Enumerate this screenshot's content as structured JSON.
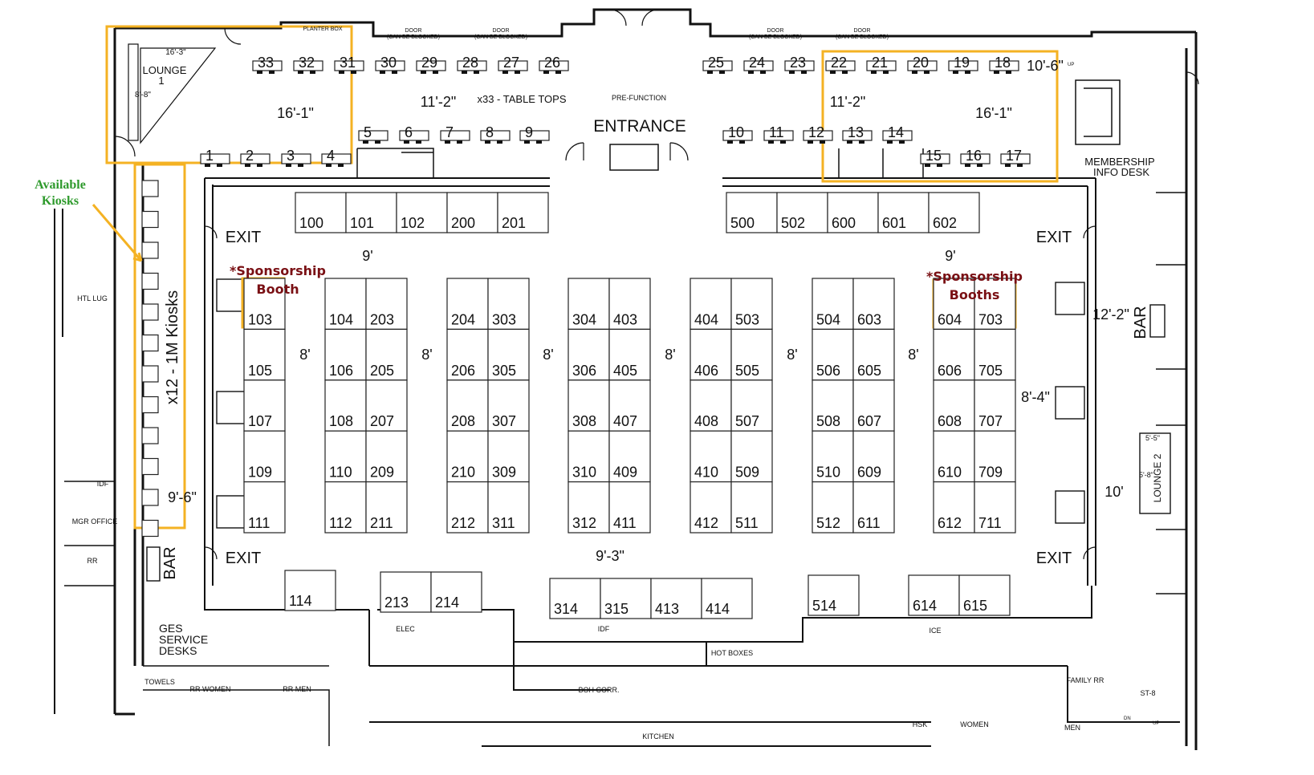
{
  "colors": {
    "highlight": "#f4b223",
    "annotation_green": "#2e9a2c",
    "sponsor_red": "#7a1014",
    "line": "#111111"
  },
  "labels": {
    "entrance": "ENTRANCE",
    "pre_function": "PRE-FUNCTION",
    "table_tops": "x33 - TABLE TOPS",
    "lounge1": "LOUNGE\n1",
    "lounge2": "LOUNGE 2",
    "kiosks_vertical": "x12 - 1M Kiosks",
    "available_kiosks": "Available\nKiosks",
    "sponsorship_booth": "*Sponsorship\nBooth",
    "sponsorship_booths": "*Sponsorship\nBooths",
    "membership": "MEMBERSHIP\nINFO DESK",
    "bar": "BAR",
    "exit": "EXIT",
    "htl_lug": "HTL LUG",
    "idf": "IDF",
    "mgr_office": "MGR OFFICE",
    "rr": "RR",
    "ges": "GES\nSERVICE\nDESKS",
    "towels": "TOWELS",
    "rr_women": "RR WOMEN",
    "rr_men": "RR MEN",
    "elec": "ELEC",
    "hot_boxes": "HOT BOXES",
    "boh_corr": "BOH CORR.",
    "kitchen": "KITCHEN",
    "ice": "ICE",
    "hsk": "HSK",
    "women": "WOMEN",
    "men": "MEN",
    "family_rr": "FAMILY RR",
    "st8": "ST-8",
    "planter_box": "PLANTER BOX",
    "door_blocked": "DOOR\n(CAN BE BLOCKED)",
    "up": "UP",
    "dn": "DN"
  },
  "dimensions": {
    "d16_3": "16'-3\"",
    "d8_8": "8'-8\"",
    "d16_1": "16'-1\"",
    "d11_2": "11'-2\"",
    "d10_6": "10'-6\"",
    "d9": "9'",
    "d8": "8'",
    "d9_3": "9'-3\"",
    "d9_6": "9'-6\"",
    "d12_2": "12'-2\"",
    "d8_4": "8'-4\"",
    "d10": "10'",
    "d5_5": "5'-5\"",
    "d5_8": "5'-8\""
  },
  "tabletops": {
    "top_left": [
      "33",
      "32",
      "31",
      "30",
      "29",
      "28",
      "27",
      "26"
    ],
    "top_right": [
      "25",
      "24",
      "23",
      "22",
      "21",
      "20",
      "19",
      "18"
    ],
    "row2": [
      "5",
      "6",
      "7",
      "8",
      "9",
      "10",
      "11",
      "12",
      "13",
      "14"
    ],
    "row3": [
      "1",
      "2",
      "3",
      "4",
      "15",
      "16",
      "17"
    ]
  },
  "booths": {
    "top_left": [
      "100",
      "101",
      "102",
      "200",
      "201"
    ],
    "top_right": [
      "500",
      "502",
      "600",
      "601",
      "602"
    ],
    "col_103": [
      "103",
      "105",
      "107",
      "109",
      "111"
    ],
    "islands": [
      [
        [
          "104",
          "203"
        ],
        [
          "106",
          "205"
        ],
        [
          "108",
          "207"
        ],
        [
          "110",
          "209"
        ],
        [
          "112",
          "211"
        ]
      ],
      [
        [
          "204",
          "303"
        ],
        [
          "206",
          "305"
        ],
        [
          "208",
          "307"
        ],
        [
          "210",
          "309"
        ],
        [
          "212",
          "311"
        ]
      ],
      [
        [
          "304",
          "403"
        ],
        [
          "306",
          "405"
        ],
        [
          "308",
          "407"
        ],
        [
          "310",
          "409"
        ],
        [
          "312",
          "411"
        ]
      ],
      [
        [
          "404",
          "503"
        ],
        [
          "406",
          "505"
        ],
        [
          "408",
          "507"
        ],
        [
          "410",
          "509"
        ],
        [
          "412",
          "511"
        ]
      ],
      [
        [
          "504",
          "603"
        ],
        [
          "506",
          "605"
        ],
        [
          "508",
          "607"
        ],
        [
          "510",
          "609"
        ],
        [
          "512",
          "611"
        ]
      ],
      [
        [
          "604",
          "703"
        ],
        [
          "606",
          "705"
        ],
        [
          "608",
          "707"
        ],
        [
          "610",
          "709"
        ],
        [
          "612",
          "711"
        ]
      ]
    ],
    "bottom": [
      "114",
      "213",
      "214",
      "314",
      "315",
      "413",
      "414",
      "514",
      "614",
      "615"
    ]
  }
}
